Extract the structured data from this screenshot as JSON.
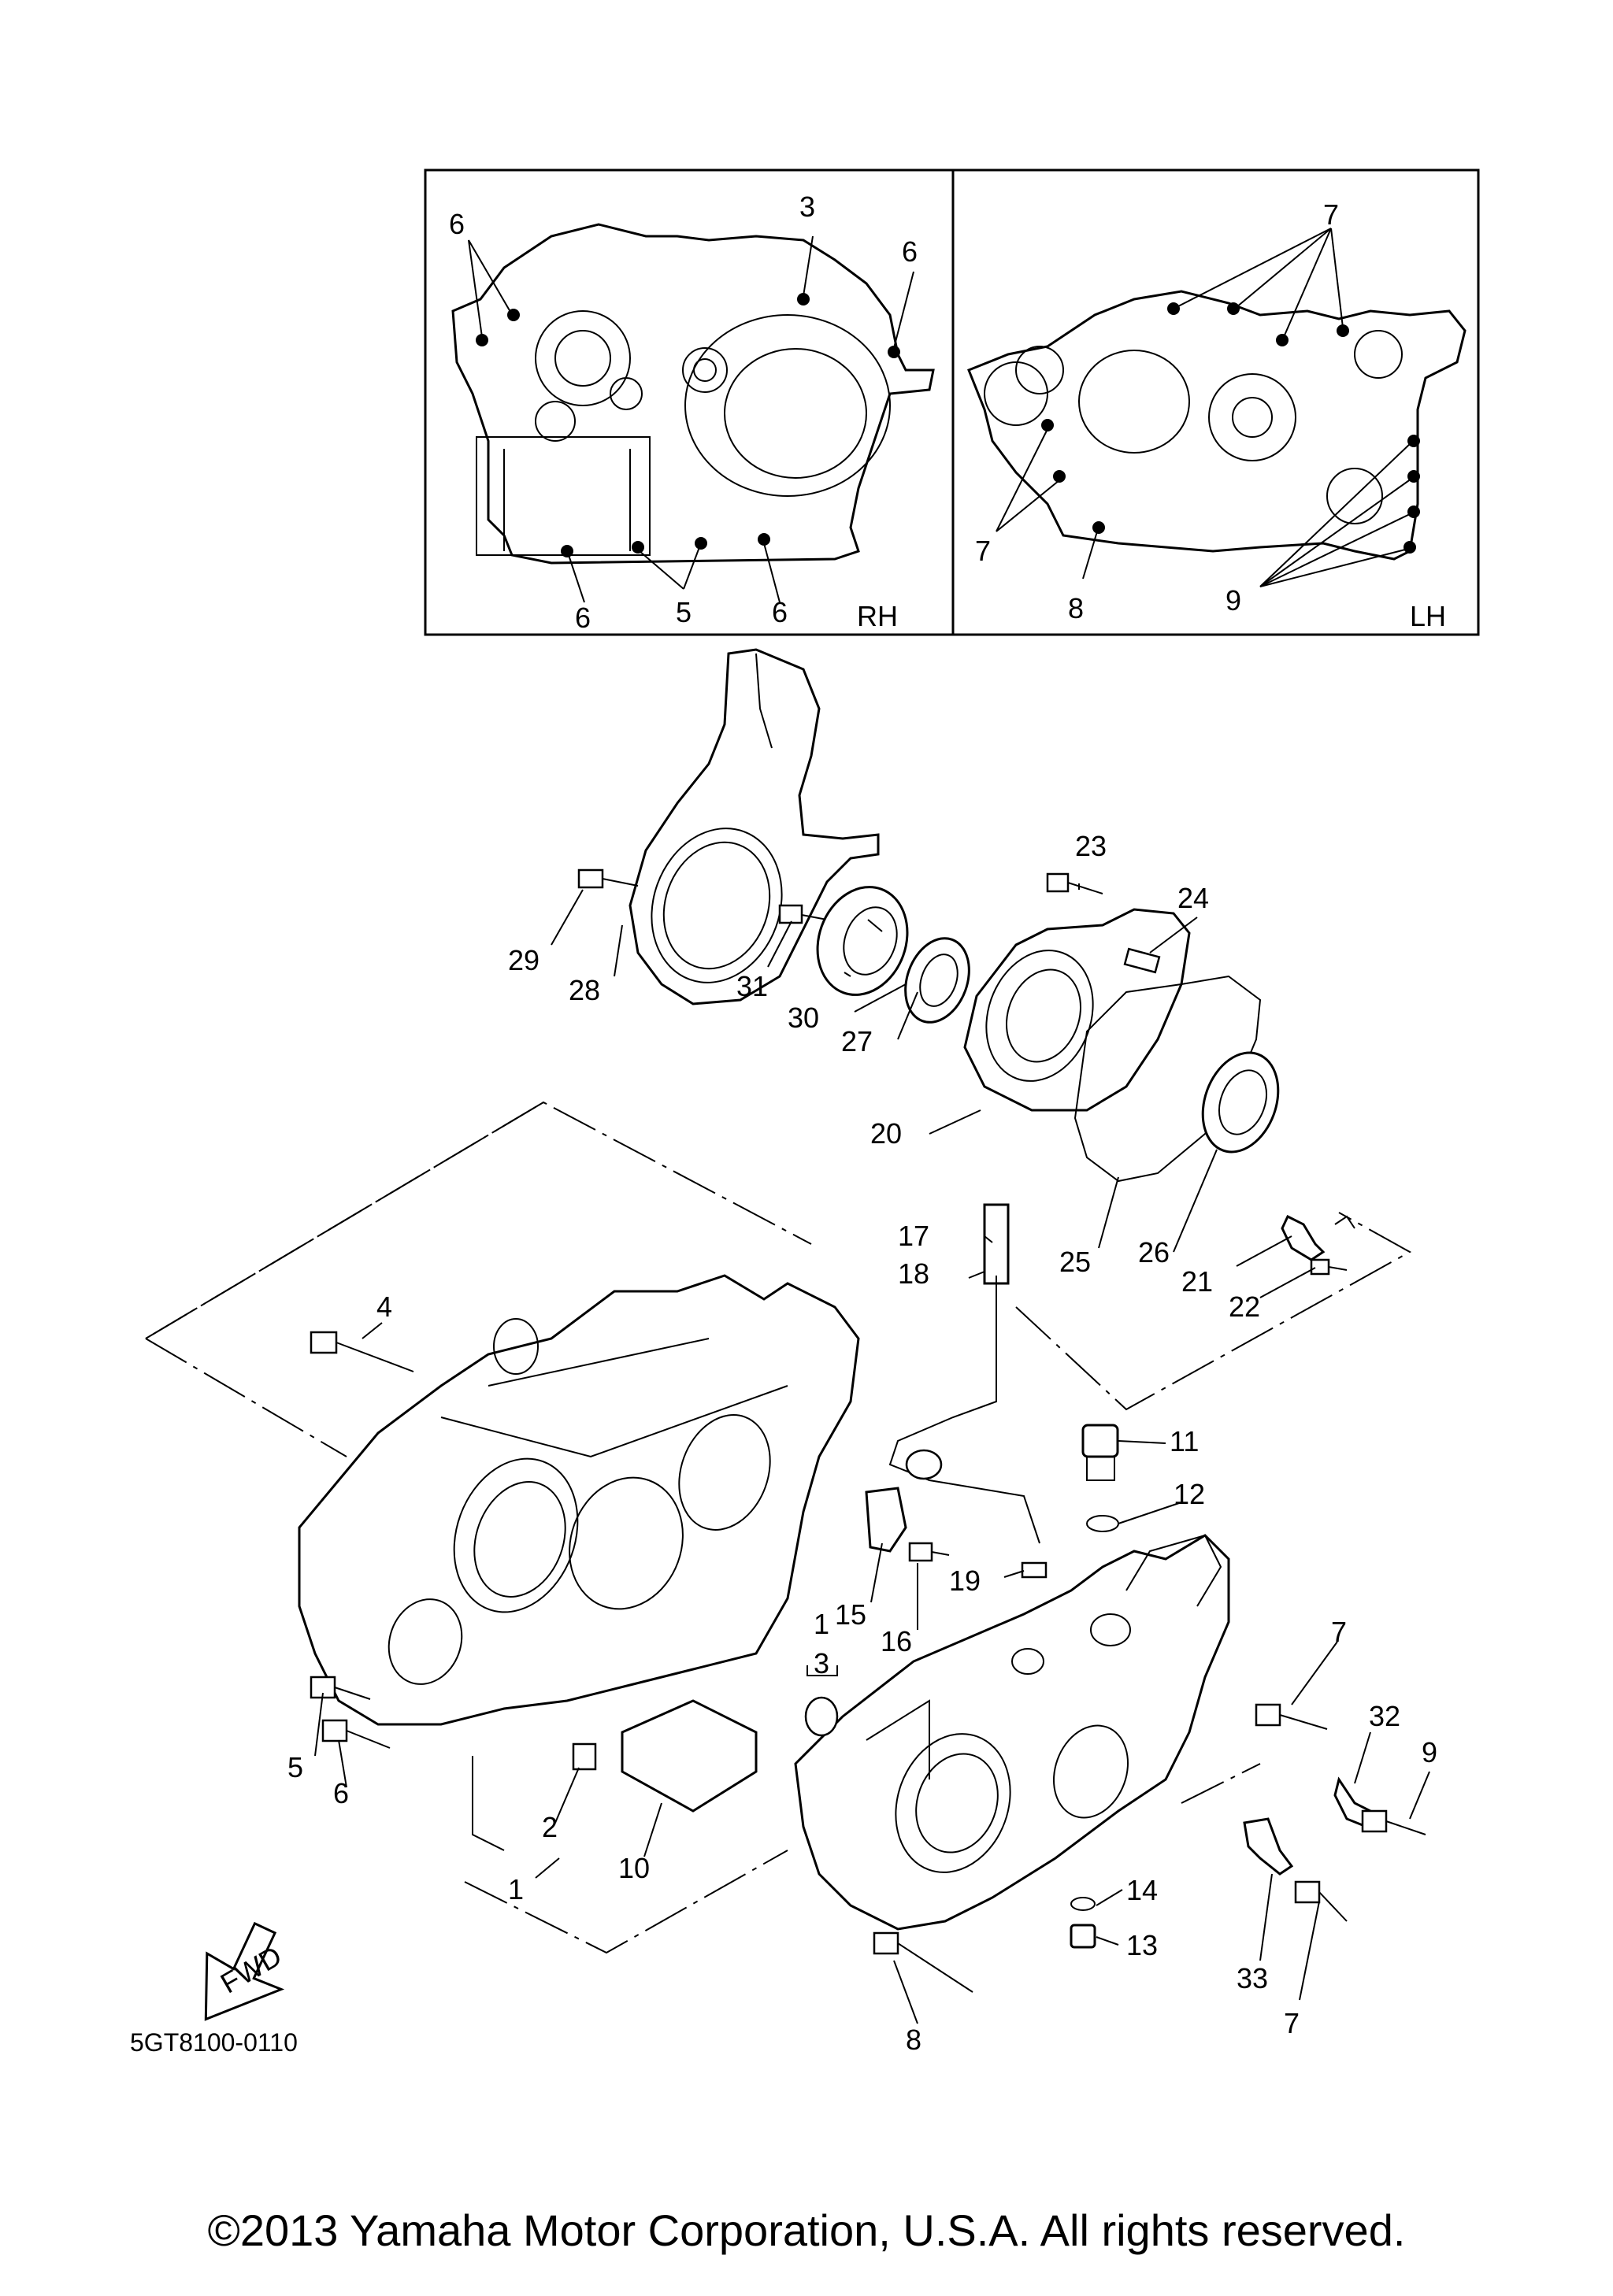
{
  "diagram_code": "5GT8100-0110",
  "copyright": "©2013 Yamaha Motor Corporation, U.S.A. All rights reserved.",
  "inset": {
    "rh_label": "RH",
    "lh_label": "LH",
    "rh_callouts": [
      "6",
      "3",
      "6",
      "6",
      "5",
      "6"
    ],
    "lh_callouts": [
      "7",
      "7",
      "8",
      "9"
    ]
  },
  "fwd_label": "FWD",
  "bracket_label_top": "1",
  "bracket_label_bottom": "3",
  "parts": [
    "1",
    "2",
    "4",
    "5",
    "6",
    "7",
    "8",
    "9",
    "10",
    "11",
    "12",
    "13",
    "14",
    "15",
    "16",
    "17",
    "18",
    "19",
    "20",
    "21",
    "22",
    "23",
    "24",
    "25",
    "26",
    "27",
    "28",
    "29",
    "30",
    "31",
    "32",
    "33",
    "7"
  ]
}
